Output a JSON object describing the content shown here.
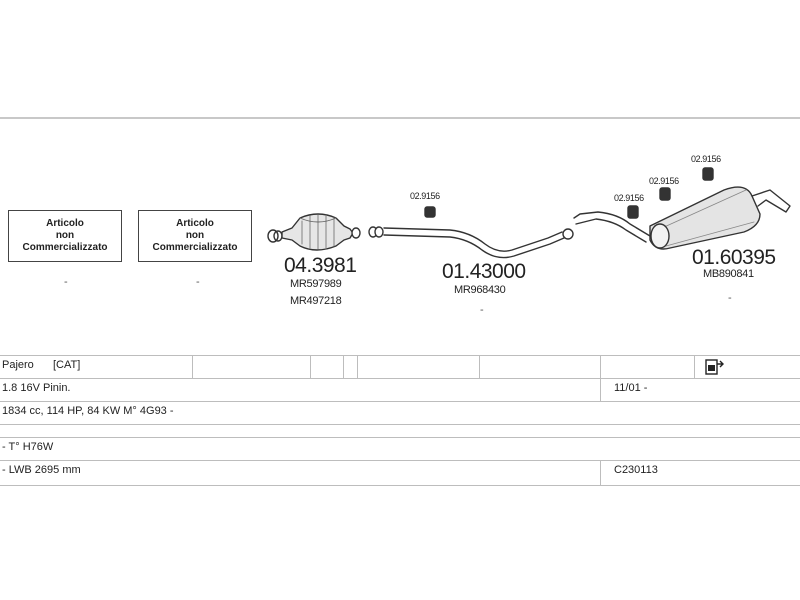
{
  "not_available": {
    "line1": "Articolo",
    "line2": "non",
    "line3": "Commercializzato",
    "dash": "-"
  },
  "parts": [
    {
      "code": "04.3981",
      "oe": [
        "MR597989",
        "MR497218"
      ]
    },
    {
      "code": "01.43000",
      "oe": [
        "MR968430"
      ]
    },
    {
      "code": "01.60395",
      "oe": [
        "MB890841"
      ]
    }
  ],
  "hangers": [
    "02.9156",
    "02.9156",
    "02.9156",
    "02.9156"
  ],
  "dashes": [
    "-",
    "-",
    "-"
  ],
  "table": {
    "row1": {
      "model": "Pajero",
      "variant": "[CAT]"
    },
    "row2": {
      "engine": "1.8 16V Pinin.",
      "date": "11/01 -"
    },
    "row3": {
      "spec": "1834 cc, 114 HP, 84 KW M° 4G93 -"
    },
    "row4": {
      "type": "- T° H76W"
    },
    "row5": {
      "wheelbase": "- LWB 2695 mm",
      "ref": "C230113"
    }
  },
  "icons": {
    "document": "document-arrow-icon"
  }
}
